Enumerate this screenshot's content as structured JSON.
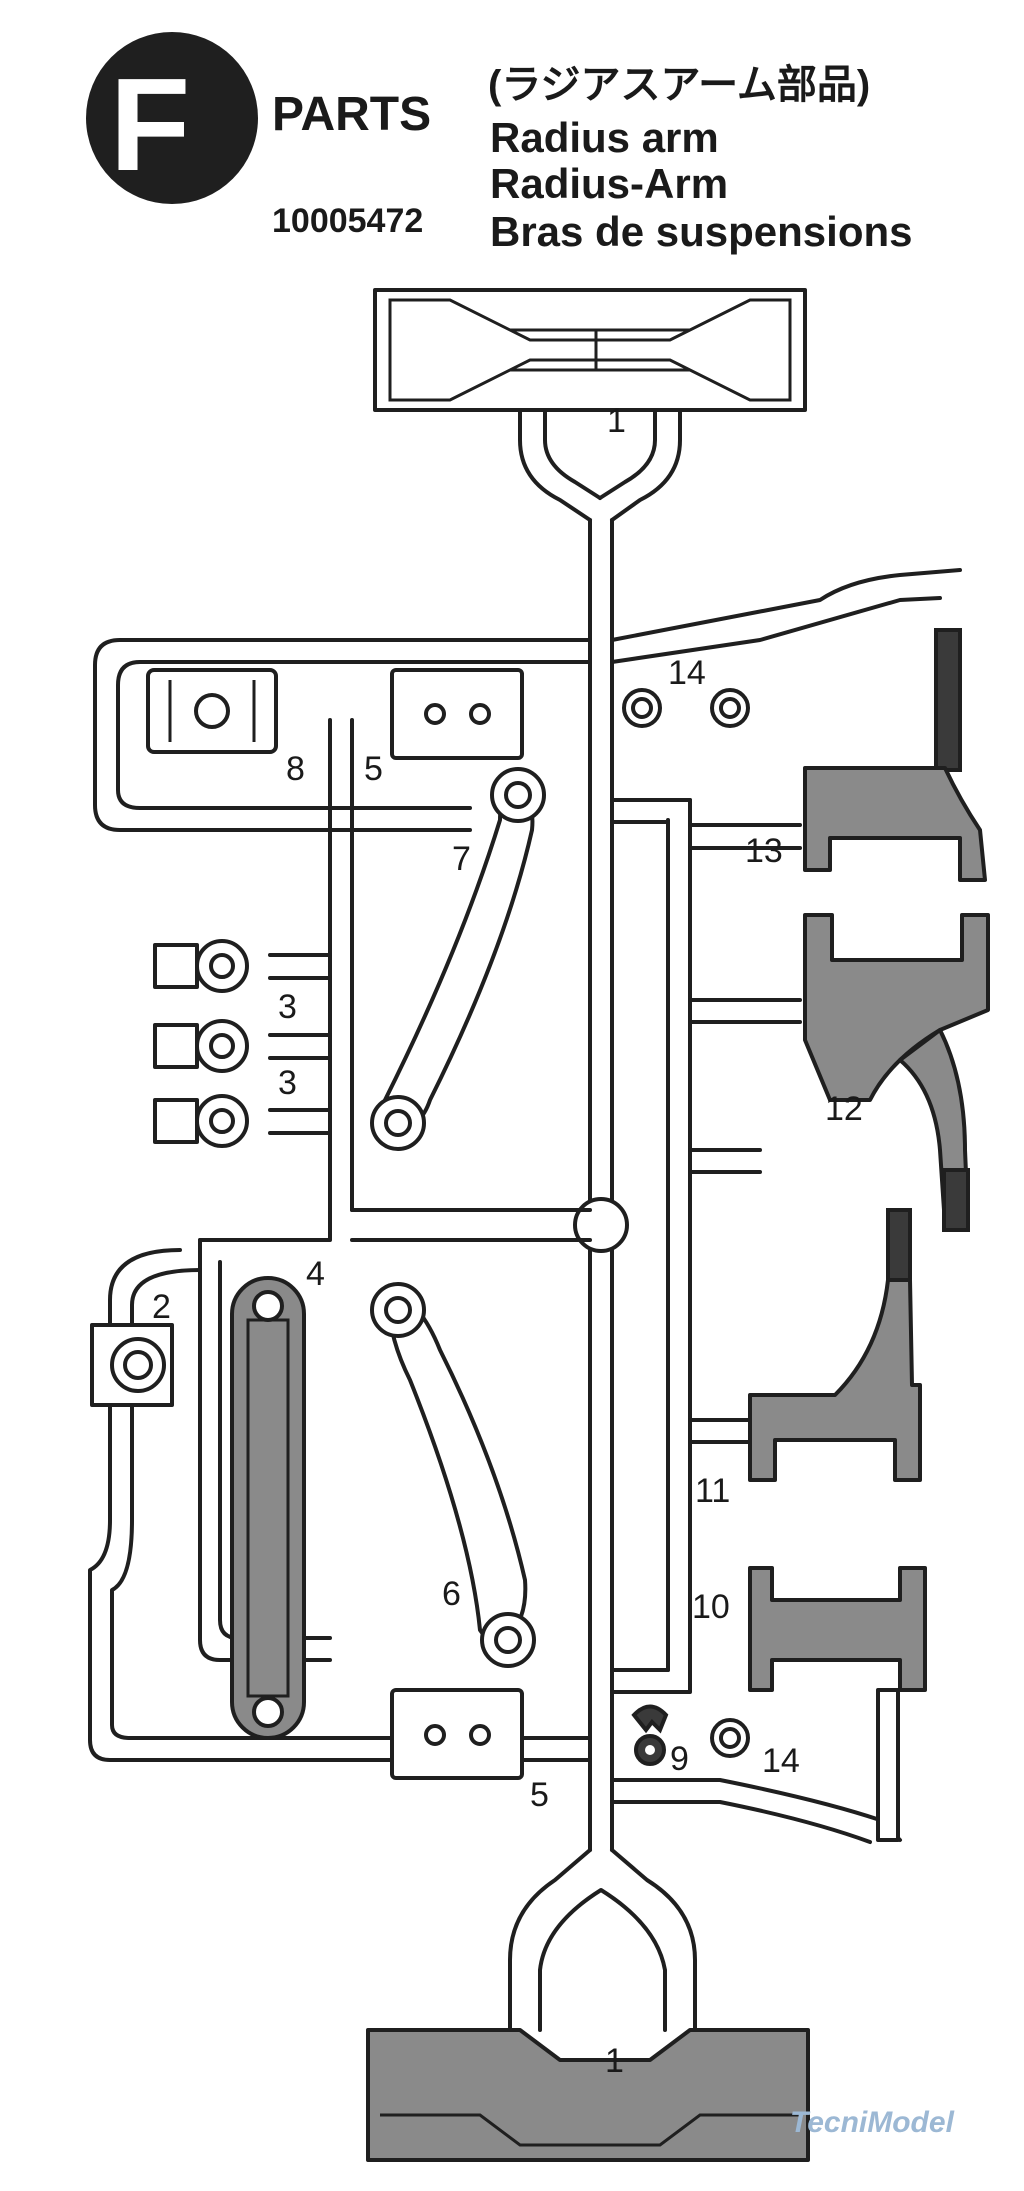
{
  "header": {
    "badge_letter": "F",
    "title": "PARTS",
    "part_number": "10005472",
    "lines": [
      "(ラジアスアーム部品)",
      "Radius arm",
      "Radius-Arm",
      "Bras de suspensions"
    ]
  },
  "part_labels": {
    "p1_top": "1",
    "p1_bottom": "1",
    "p2": "2",
    "p3_a": "3",
    "p3_b": "3",
    "p4": "4",
    "p5_a": "5",
    "p5_b": "5",
    "p6": "6",
    "p7": "7",
    "p8": "8",
    "p9": "9",
    "p10": "10",
    "p11": "11",
    "p12": "12",
    "p13": "13",
    "p14_a": "14",
    "p14_b": "14"
  },
  "watermark": "TecniModel",
  "colors": {
    "ink": "#1f1f1f",
    "part_shade": "#8a8a8a",
    "watermark": "#9cb8d4"
  }
}
